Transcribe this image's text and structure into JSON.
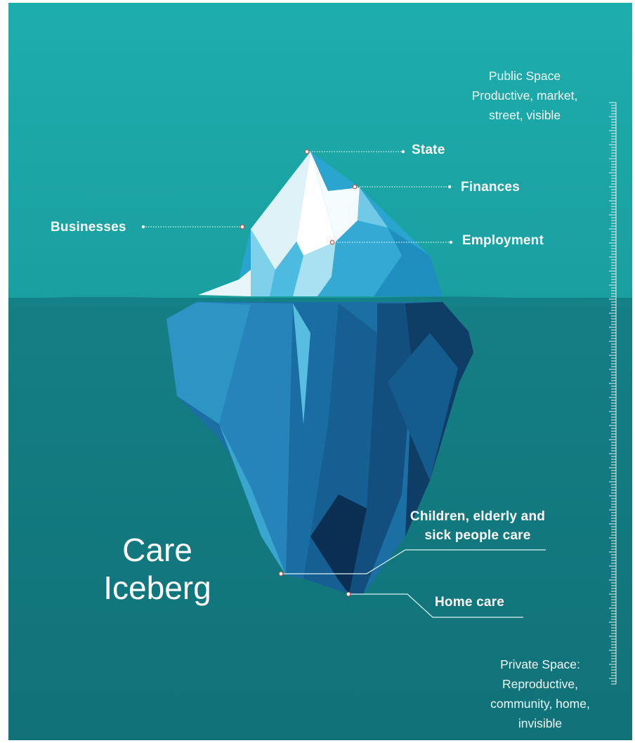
{
  "title": {
    "line1": "Care",
    "line2": "Iceberg"
  },
  "public_space": {
    "heading": "Public Space",
    "line1": "Productive, market,",
    "line2": "street, visible"
  },
  "private_space": {
    "heading": "Private Space:",
    "line1": "Reproductive,",
    "line2": "community, home,",
    "line3": "invisible"
  },
  "labels": {
    "state": "State",
    "finances": "Finances",
    "businesses": "Businesses",
    "employment": "Employment",
    "care_line1": "Children, elderly and",
    "care_line2": "sick people care",
    "home_care": "Home care"
  },
  "colors": {
    "sky": "#1fa8a8",
    "sea": "#127c82",
    "ice_light": "#e9f7fa",
    "ice_mid": "#39b4d6",
    "ice_deep": "#0d3e6b",
    "text": "#ffffff"
  }
}
